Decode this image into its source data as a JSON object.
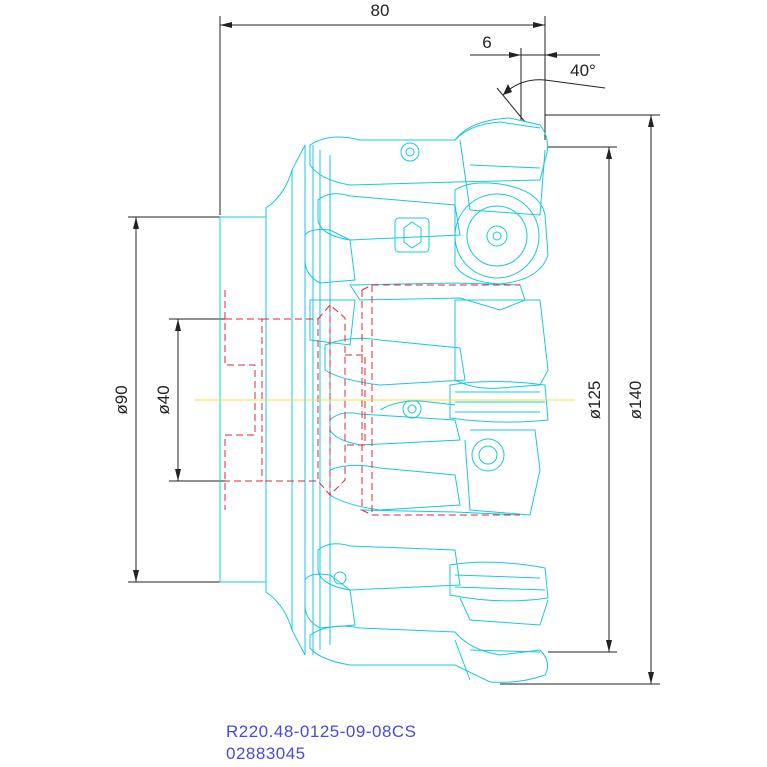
{
  "dimensions": {
    "overall_length": "80",
    "offset": "6",
    "angle": "40°",
    "dia_90": "ø90",
    "dia_40": "ø40",
    "dia_125": "ø125",
    "dia_140": "ø140"
  },
  "caption": {
    "part_number": "R220.48-0125-09-08CS",
    "code": "02883045"
  },
  "colors": {
    "outline": "#19c8dc",
    "hidden": "#e0283a",
    "axis": "#e8e640",
    "caption": "#4a4ad8"
  }
}
